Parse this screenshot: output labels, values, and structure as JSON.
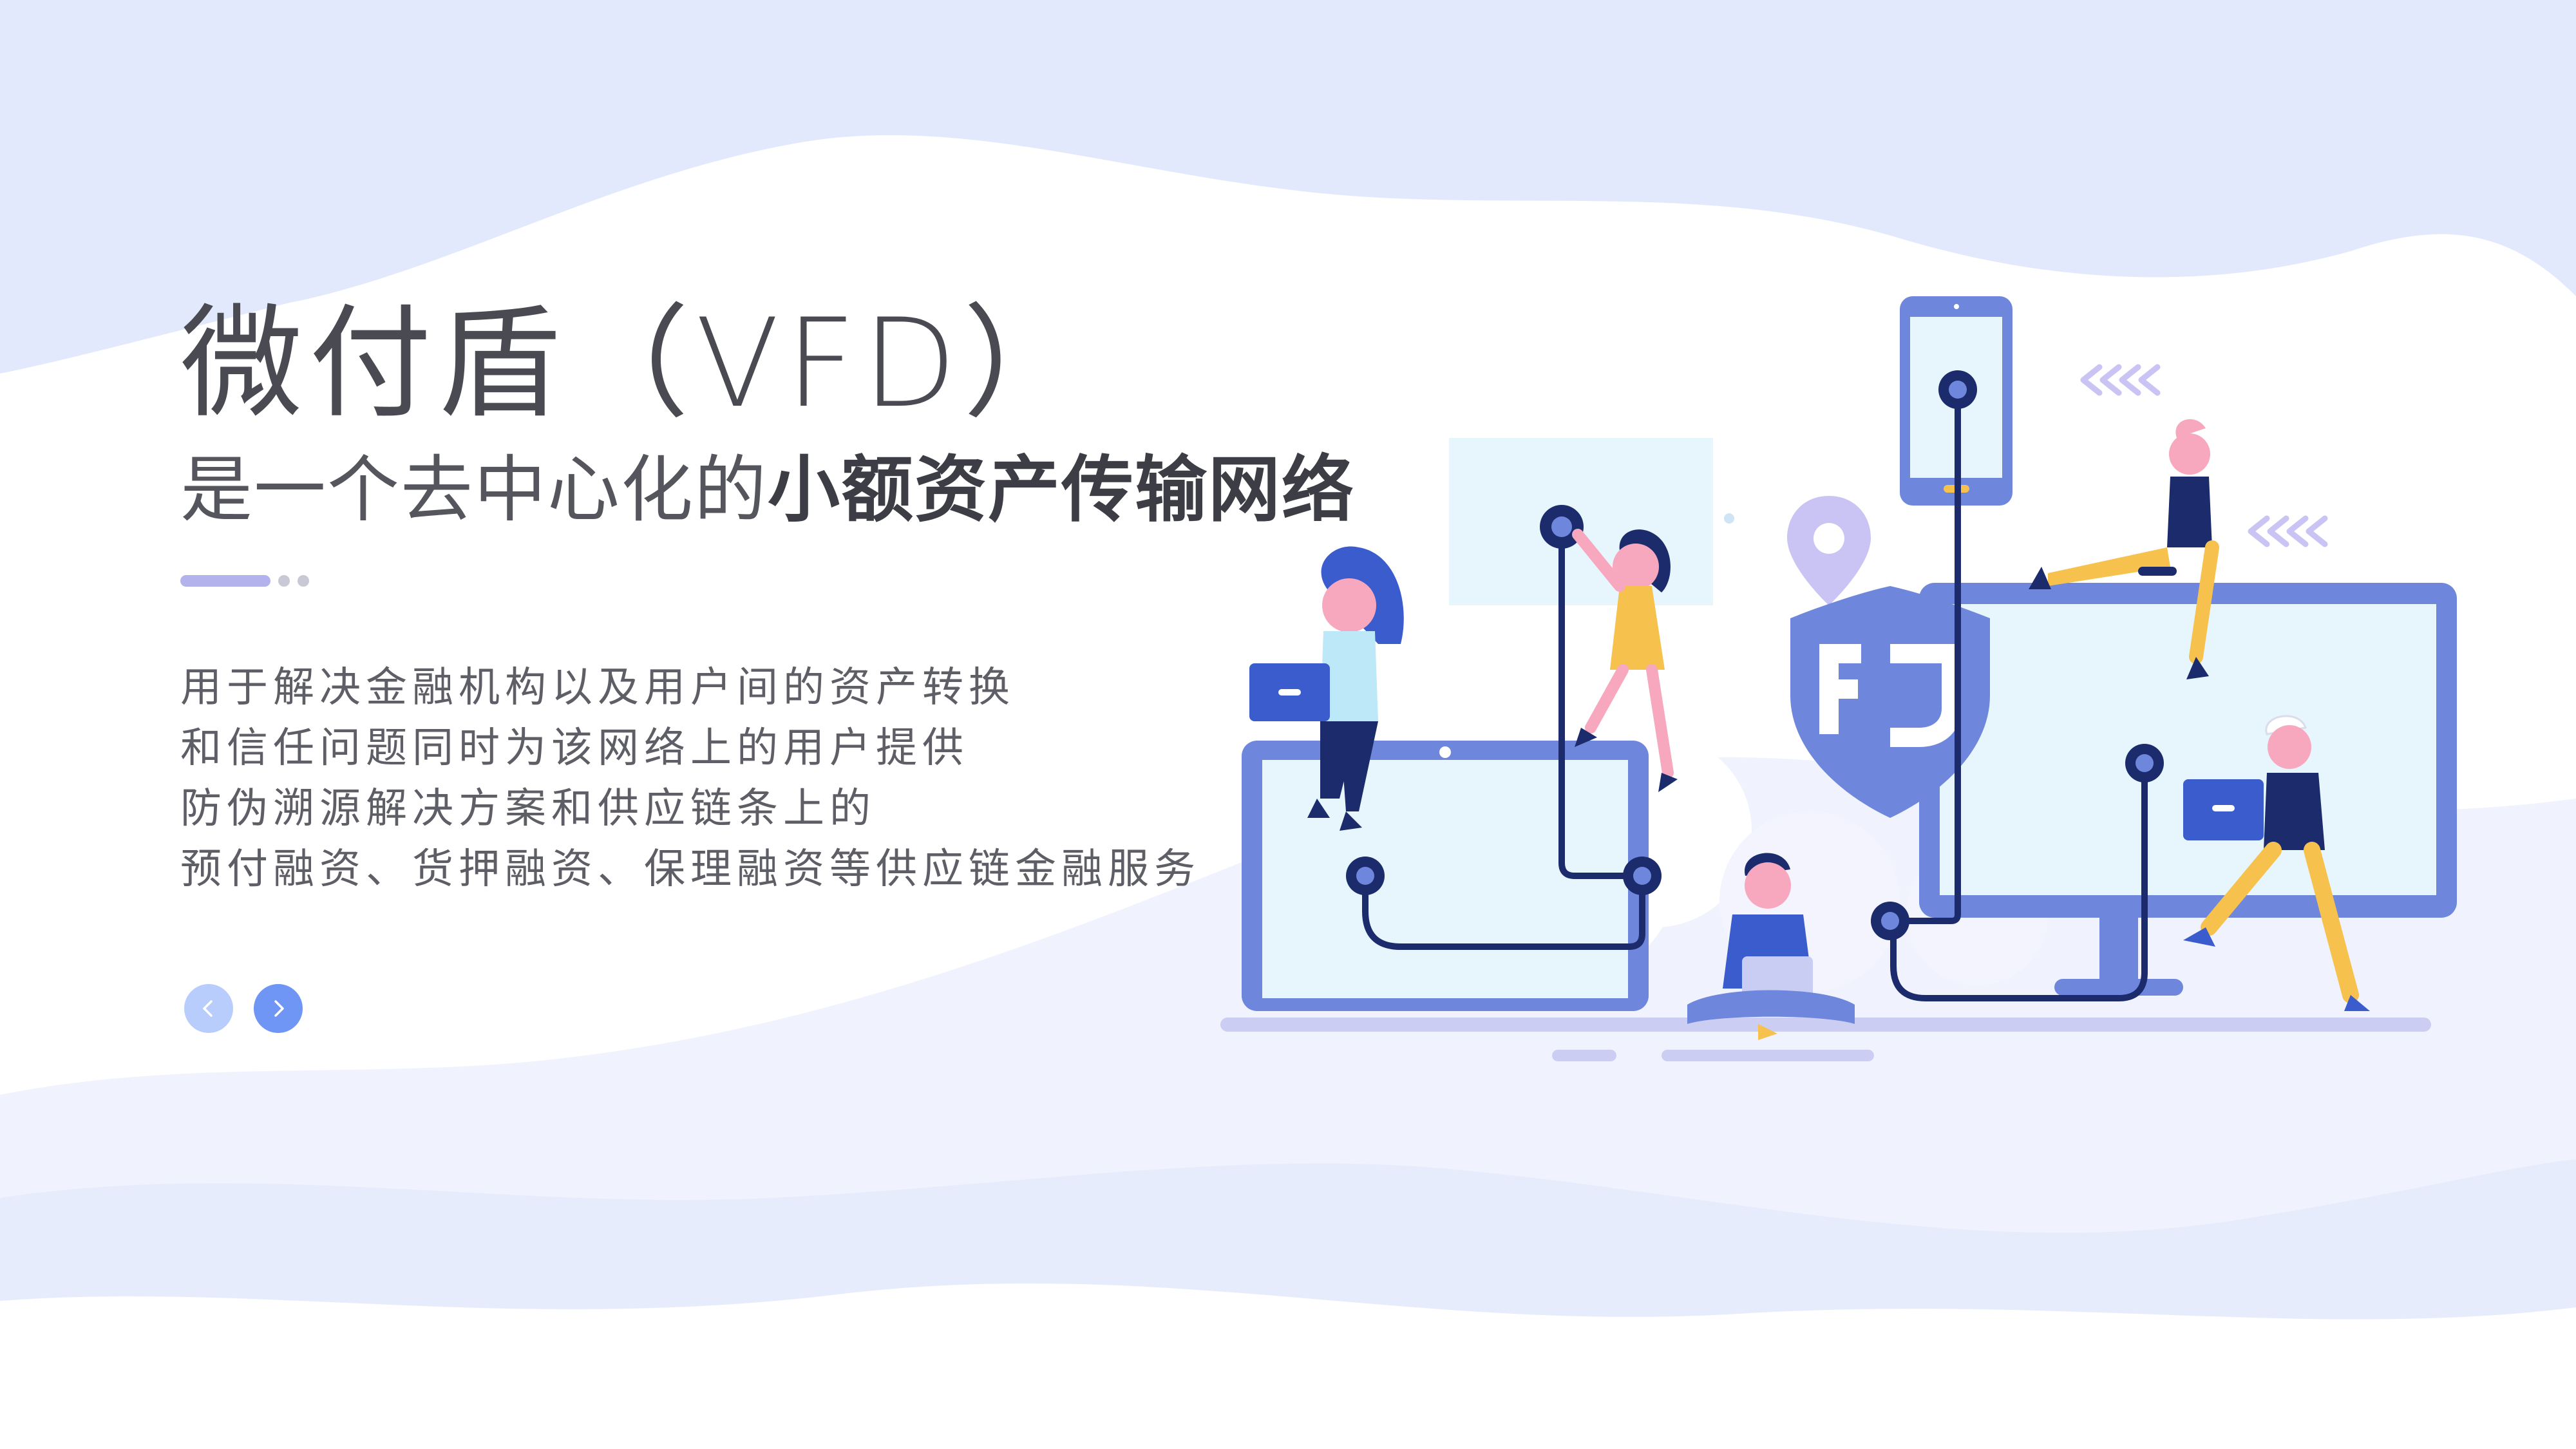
{
  "hero": {
    "title": "微付盾（VFD）",
    "subtitle_prefix": "是一个去中心化的",
    "subtitle_emphasis": "小额资产传输网络",
    "description": [
      "用于解决金融机构以及用户间的资产转换",
      "和信任问题同时为该网络上的用户提供",
      "防伪溯源解决方案和供应链条上的",
      "预付融资、货押融资、保理融资等供应链金融服务"
    ]
  },
  "carousel": {
    "prev_icon": "chevron-left-icon",
    "next_icon": "chevron-right-icon"
  },
  "illustration": {
    "logo_icon": "vfd-shield-logo-icon",
    "location_icon": "location-pin-icon",
    "arrows_icon": "chevron-arrows-icon"
  },
  "colors": {
    "accent": "#6f95f5",
    "accent_light": "#b9cdfd",
    "primary_blue": "#6e87dc",
    "navy": "#1c2b6b",
    "bg_wave": "#e3e9fd",
    "text_dark": "#4a4a52",
    "text_body": "#5e5e66",
    "screen": "#e6f6fc",
    "yellow": "#f6c24d",
    "skin": "#f7a8bf"
  }
}
